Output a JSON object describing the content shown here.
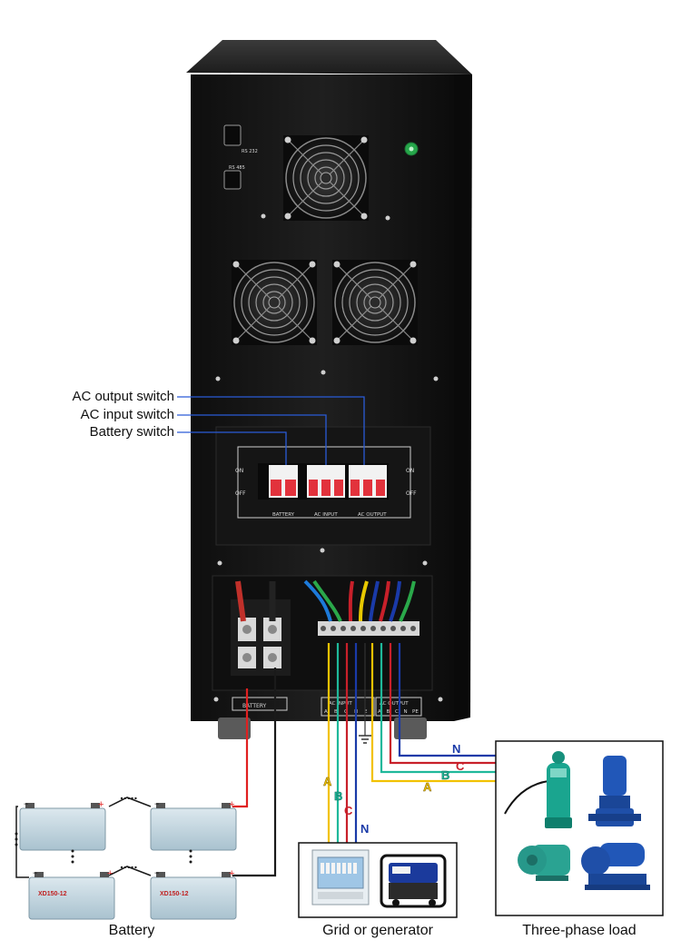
{
  "callouts": {
    "ac_output_switch": "AC output switch",
    "ac_input_switch": "AC input switch",
    "battery_switch": "Battery switch"
  },
  "panel": {
    "on": "ON",
    "off": "OFF",
    "battery": "BATTERY",
    "ac_input": "AC INPUT",
    "ac_output": "AC OUTPUT",
    "rs232": "RS 232",
    "rs485": "RS 485",
    "terminal_battery": "BATTERY",
    "terminal_input": "AC INPUT",
    "terminal_output": "AC OUTPUT",
    "terminal_input_letters": [
      "A",
      "B",
      "C",
      "N",
      "E"
    ],
    "terminal_output_letters": [
      "A",
      "B",
      "C",
      "N",
      "PE"
    ]
  },
  "wires": {
    "A": "A",
    "B": "B",
    "C": "C",
    "N": "N"
  },
  "battery_model": "XD150-12",
  "captions": {
    "battery": "Battery",
    "grid": "Grid or generator",
    "load": "Three-phase load"
  },
  "colors": {
    "cabinet": "#1a1a1a",
    "wire_red": "#e02020",
    "wire_A": "#f2c200",
    "wire_B": "#1fb89a",
    "wire_C": "#c8202a",
    "wire_N": "#1a3aa8",
    "callout_line": "#2a5bd7",
    "breaker": "#e2323c"
  },
  "icons": [
    "fan-icon",
    "power-button-icon",
    "breaker-icon",
    "battery-icon",
    "pump-icon",
    "generator-icon",
    "distribution-box-icon",
    "ground-icon"
  ]
}
